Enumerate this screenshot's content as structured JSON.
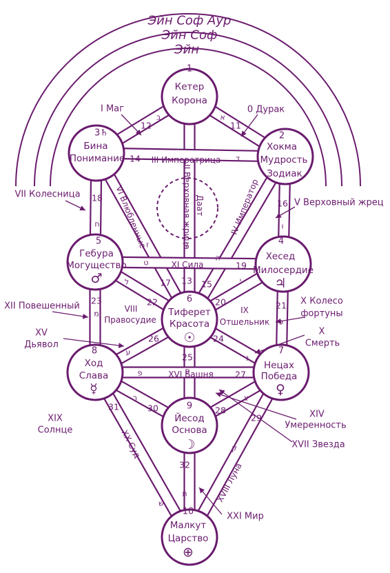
{
  "arcs": [
    "Эйн Соф Аур",
    "Эйн Соф",
    "Эйн"
  ],
  "sefirot": [
    {
      "id": "keter",
      "num": "1",
      "line1": "Кетер",
      "line2": "Корона",
      "line3": "",
      "symbol": ""
    },
    {
      "id": "chokhmah",
      "num": "2",
      "line1": "Хокма",
      "line2": "Мудрость",
      "line3": "Зодиак",
      "symbol": ""
    },
    {
      "id": "binah",
      "num": "3♄",
      "line1": "Бина",
      "line2": "Понимание",
      "line3": "",
      "symbol": ""
    },
    {
      "id": "chesed",
      "num": "4",
      "line1": "Хесед",
      "line2": "Милосердие",
      "line3": "",
      "symbol": "♃"
    },
    {
      "id": "gevurah",
      "num": "5",
      "line1": "Гебура",
      "line2": "Могущество",
      "line3": "",
      "symbol": "♂"
    },
    {
      "id": "tiferet",
      "num": "6",
      "line1": "Тиферет",
      "line2": "Красота",
      "line3": "",
      "symbol": "☉"
    },
    {
      "id": "netzach",
      "num": "7",
      "line1": "Нецах",
      "line2": "Победа",
      "line3": "",
      "symbol": "♀"
    },
    {
      "id": "hod",
      "num": "8",
      "line1": "Ход",
      "line2": "Слава",
      "line3": "",
      "symbol": "☿"
    },
    {
      "id": "yesod",
      "num": "9",
      "line1": "Йесод",
      "line2": "Основа",
      "line3": "",
      "symbol": "☽"
    },
    {
      "id": "malkuth",
      "num": "10",
      "line1": "Малкут",
      "line2": "Царство",
      "line3": "",
      "symbol": "⊕"
    }
  ],
  "daat": "Даат",
  "paths": [
    {
      "num": "11",
      "from": "keter",
      "to": "chokhmah",
      "name": "",
      "hebrew": "א"
    },
    {
      "num": "12",
      "from": "keter",
      "to": "binah",
      "name": "",
      "hebrew": "ב"
    },
    {
      "num": "13",
      "from": "keter",
      "to": "tiferet",
      "name": "II Верховная жрица",
      "hebrew": "ג"
    },
    {
      "num": "14",
      "from": "chokhmah",
      "to": "binah",
      "name": "III Императрица",
      "hebrew": "ד"
    },
    {
      "num": "15",
      "from": "chokhmah",
      "to": "tiferet",
      "name": "IV Император",
      "hebrew": "ה"
    },
    {
      "num": "16",
      "from": "chokhmah",
      "to": "chesed",
      "name": "",
      "hebrew": "ו"
    },
    {
      "num": "17",
      "from": "binah",
      "to": "tiferet",
      "name": "VI Влюбленные",
      "hebrew": "ז"
    },
    {
      "num": "18",
      "from": "binah",
      "to": "gevurah",
      "name": "",
      "hebrew": "ח"
    },
    {
      "num": "19",
      "from": "chesed",
      "to": "gevurah",
      "name": "XI Сила",
      "hebrew": "ט"
    },
    {
      "num": "20",
      "from": "chesed",
      "to": "tiferet",
      "name": "",
      "hebrew": "י"
    },
    {
      "num": "21",
      "from": "chesed",
      "to": "netzach",
      "name": "",
      "hebrew": "כ"
    },
    {
      "num": "22",
      "from": "gevurah",
      "to": "tiferet",
      "name": "",
      "hebrew": "ל"
    },
    {
      "num": "23",
      "from": "gevurah",
      "to": "hod",
      "name": "",
      "hebrew": "מ"
    },
    {
      "num": "24",
      "from": "tiferet",
      "to": "netzach",
      "name": "",
      "hebrew": "נ"
    },
    {
      "num": "25",
      "from": "tiferet",
      "to": "yesod",
      "name": "",
      "hebrew": "ס"
    },
    {
      "num": "26",
      "from": "tiferet",
      "to": "hod",
      "name": "",
      "hebrew": "ע"
    },
    {
      "num": "27",
      "from": "netzach",
      "to": "hod",
      "name": "XVI Башня",
      "hebrew": "פ"
    },
    {
      "num": "28",
      "from": "netzach",
      "to": "yesod",
      "name": "",
      "hebrew": "צ"
    },
    {
      "num": "29",
      "from": "netzach",
      "to": "malkuth",
      "name": "XVIII Луна",
      "hebrew": "ק"
    },
    {
      "num": "30",
      "from": "hod",
      "to": "yesod",
      "name": "",
      "hebrew": "ר"
    },
    {
      "num": "31",
      "from": "hod",
      "to": "malkuth",
      "name": "XX Суд",
      "hebrew": "ש"
    },
    {
      "num": "32",
      "from": "yesod",
      "to": "malkuth",
      "name": "",
      "hebrew": "ת"
    }
  ],
  "inner_labels": [
    {
      "id": "viii",
      "lines": [
        "VIII",
        "Правосудие"
      ]
    },
    {
      "id": "ix",
      "lines": [
        "IX",
        "Отшельник"
      ]
    }
  ],
  "annotations": [
    {
      "id": "mag",
      "lines": [
        "I Маг"
      ]
    },
    {
      "id": "durak",
      "lines": [
        "0 Дурак"
      ]
    },
    {
      "id": "kolesnitsa",
      "lines": [
        "VII Колесница"
      ]
    },
    {
      "id": "zhrets",
      "lines": [
        "V Верховный жрец"
      ]
    },
    {
      "id": "poveshenny",
      "lines": [
        "XII Повешенный"
      ]
    },
    {
      "id": "koleso",
      "lines": [
        "X Колесо",
        "фортуны"
      ]
    },
    {
      "id": "dyavol",
      "lines": [
        "XV",
        "Дьявол"
      ]
    },
    {
      "id": "smert",
      "lines": [
        "X",
        "Смерть"
      ]
    },
    {
      "id": "solntse",
      "lines": [
        "XIX",
        "Солнце"
      ]
    },
    {
      "id": "umerennost",
      "lines": [
        "XIV",
        "Умеренность"
      ]
    },
    {
      "id": "zvezda",
      "lines": [
        "XVII Звезда"
      ]
    },
    {
      "id": "mir",
      "lines": [
        "XXI Мир"
      ]
    }
  ],
  "colors": {
    "ink": "#6a1b6e",
    "background": "#ffffff"
  }
}
